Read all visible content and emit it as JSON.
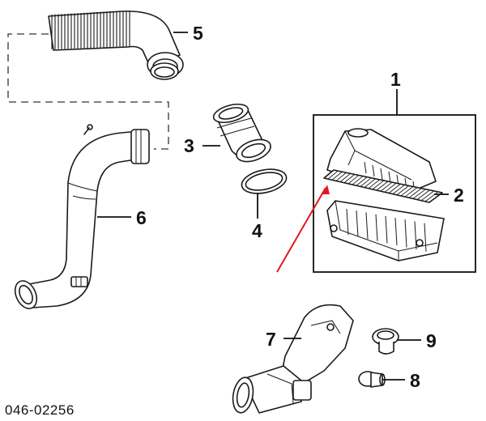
{
  "diagram": {
    "caption": "046-02256",
    "callouts": [
      {
        "id": "1",
        "label": "1"
      },
      {
        "id": "2",
        "label": "2"
      },
      {
        "id": "3",
        "label": "3"
      },
      {
        "id": "4",
        "label": "4"
      },
      {
        "id": "5",
        "label": "5"
      },
      {
        "id": "6",
        "label": "6"
      },
      {
        "id": "7",
        "label": "7"
      },
      {
        "id": "8",
        "label": "8"
      },
      {
        "id": "9",
        "label": "9"
      }
    ],
    "colors": {
      "line": "#1a1a1a",
      "background": "#ffffff",
      "highlight_arrow": "#e01a1a"
    }
  }
}
